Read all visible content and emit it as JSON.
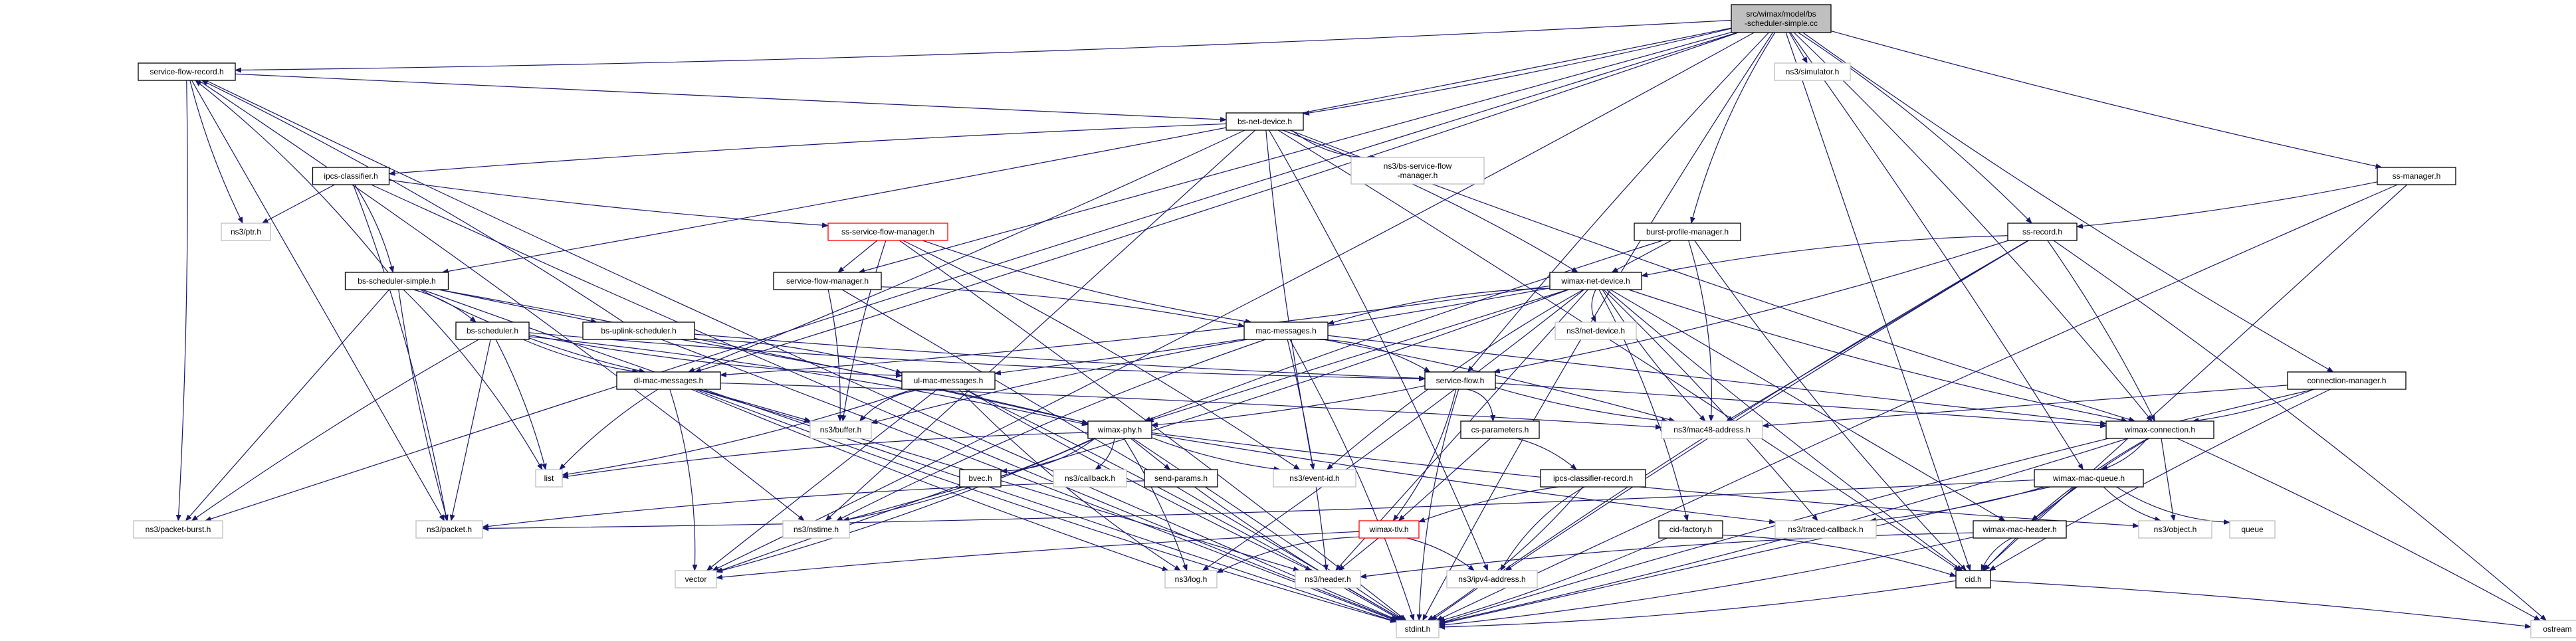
{
  "diagram": {
    "title": "Include dependency graph for src/wimax/model/bs-scheduler-simple.cc",
    "colors": {
      "edge": "#191970",
      "root_fill": "#bfbfbf",
      "documented_border": "#000000",
      "undocumented_border": "#bfbfbf",
      "truncated_border": "#ff0000"
    },
    "nodes": [
      {
        "id": "root",
        "label": [
          "src/wimax/model/bs",
          "-scheduler-simple.cc"
        ],
        "kind": "root"
      },
      {
        "id": "service-flow-record",
        "label": [
          "service-flow-record.h"
        ],
        "kind": "documented"
      },
      {
        "id": "bs-net-device",
        "label": [
          "bs-net-device.h"
        ],
        "kind": "documented"
      },
      {
        "id": "ns3-simulator",
        "label": [
          "ns3/simulator.h"
        ],
        "kind": "external"
      },
      {
        "id": "ss-manager",
        "label": [
          "ss-manager.h"
        ],
        "kind": "documented"
      },
      {
        "id": "ns3-bs-service-flow-manager",
        "label": [
          "ns3/bs-service-flow",
          "-manager.h"
        ],
        "kind": "external"
      },
      {
        "id": "ipcs-classifier",
        "label": [
          "ipcs-classifier.h"
        ],
        "kind": "documented"
      },
      {
        "id": "ns3-ptr",
        "label": [
          "ns3/ptr.h"
        ],
        "kind": "external"
      },
      {
        "id": "ss-service-flow-manager",
        "label": [
          "ss-service-flow-manager.h"
        ],
        "kind": "truncated"
      },
      {
        "id": "burst-profile-manager",
        "label": [
          "burst-profile-manager.h"
        ],
        "kind": "documented"
      },
      {
        "id": "ss-record",
        "label": [
          "ss-record.h"
        ],
        "kind": "documented"
      },
      {
        "id": "bs-scheduler-simple",
        "label": [
          "bs-scheduler-simple.h"
        ],
        "kind": "documented"
      },
      {
        "id": "service-flow-manager",
        "label": [
          "service-flow-manager.h"
        ],
        "kind": "documented"
      },
      {
        "id": "wimax-net-device",
        "label": [
          "wimax-net-device.h"
        ],
        "kind": "documented"
      },
      {
        "id": "bs-scheduler",
        "label": [
          "bs-scheduler.h"
        ],
        "kind": "documented"
      },
      {
        "id": "bs-uplink-scheduler",
        "label": [
          "bs-uplink-scheduler.h"
        ],
        "kind": "documented"
      },
      {
        "id": "mac-messages",
        "label": [
          "mac-messages.h"
        ],
        "kind": "documented"
      },
      {
        "id": "ns3-net-device",
        "label": [
          "ns3/net-device.h"
        ],
        "kind": "external"
      },
      {
        "id": "dl-mac-messages",
        "label": [
          "dl-mac-messages.h"
        ],
        "kind": "documented"
      },
      {
        "id": "ul-mac-messages",
        "label": [
          "ul-mac-messages.h"
        ],
        "kind": "documented"
      },
      {
        "id": "service-flow",
        "label": [
          "service-flow.h"
        ],
        "kind": "documented"
      },
      {
        "id": "connection-manager",
        "label": [
          "connection-manager.h"
        ],
        "kind": "documented"
      },
      {
        "id": "ns3-buffer",
        "label": [
          "ns3/buffer.h"
        ],
        "kind": "external"
      },
      {
        "id": "wimax-phy",
        "label": [
          "wimax-phy.h"
        ],
        "kind": "documented"
      },
      {
        "id": "cs-parameters",
        "label": [
          "cs-parameters.h"
        ],
        "kind": "documented"
      },
      {
        "id": "ns3-mac48-address",
        "label": [
          "ns3/mac48-address.h"
        ],
        "kind": "external"
      },
      {
        "id": "wimax-connection",
        "label": [
          "wimax-connection.h"
        ],
        "kind": "documented"
      },
      {
        "id": "list",
        "label": [
          "list"
        ],
        "kind": "external"
      },
      {
        "id": "ns3-event-id",
        "label": [
          "ns3/event-id.h"
        ],
        "kind": "external"
      },
      {
        "id": "bvec",
        "label": [
          "bvec.h"
        ],
        "kind": "documented"
      },
      {
        "id": "ns3-callback",
        "label": [
          "ns3/callback.h"
        ],
        "kind": "external"
      },
      {
        "id": "send-params",
        "label": [
          "send-params.h"
        ],
        "kind": "documented"
      },
      {
        "id": "ipcs-classifier-record",
        "label": [
          "ipcs-classifier-record.h"
        ],
        "kind": "documented"
      },
      {
        "id": "wimax-mac-queue",
        "label": [
          "wimax-mac-queue.h"
        ],
        "kind": "documented"
      },
      {
        "id": "ns3-packet-burst",
        "label": [
          "ns3/packet-burst.h"
        ],
        "kind": "external"
      },
      {
        "id": "ns3-packet",
        "label": [
          "ns3/packet.h"
        ],
        "kind": "external"
      },
      {
        "id": "ns3-nstime",
        "label": [
          "ns3/nstime.h"
        ],
        "kind": "external"
      },
      {
        "id": "wimax-tlv",
        "label": [
          "wimax-tlv.h"
        ],
        "kind": "truncated"
      },
      {
        "id": "cid-factory",
        "label": [
          "cid-factory.h"
        ],
        "kind": "documented"
      },
      {
        "id": "ns3-traced-callback",
        "label": [
          "ns3/traced-callback.h"
        ],
        "kind": "external"
      },
      {
        "id": "wimax-mac-header",
        "label": [
          "wimax-mac-header.h"
        ],
        "kind": "documented"
      },
      {
        "id": "ns3-object",
        "label": [
          "ns3/object.h"
        ],
        "kind": "external"
      },
      {
        "id": "queue",
        "label": [
          "queue"
        ],
        "kind": "external"
      },
      {
        "id": "vector",
        "label": [
          "vector"
        ],
        "kind": "external"
      },
      {
        "id": "ns3-log",
        "label": [
          "ns3/log.h"
        ],
        "kind": "external"
      },
      {
        "id": "ns3-header",
        "label": [
          "ns3/header.h"
        ],
        "kind": "external"
      },
      {
        "id": "ns3-ipv4-address",
        "label": [
          "ns3/ipv4-address.h"
        ],
        "kind": "external"
      },
      {
        "id": "cid",
        "label": [
          "cid.h"
        ],
        "kind": "documented"
      },
      {
        "id": "stdint",
        "label": [
          "stdint.h"
        ],
        "kind": "external"
      },
      {
        "id": "ostream",
        "label": [
          "ostream"
        ],
        "kind": "external"
      }
    ],
    "edges": [
      [
        "root",
        "service-flow-record"
      ],
      [
        "root",
        "bs-net-device"
      ],
      [
        "root",
        "ns3-simulator"
      ],
      [
        "root",
        "ss-manager"
      ],
      [
        "root",
        "burst-profile-manager"
      ],
      [
        "root",
        "ss-record"
      ],
      [
        "root",
        "bs-scheduler-simple"
      ],
      [
        "root",
        "service-flow-manager"
      ],
      [
        "root",
        "service-flow"
      ],
      [
        "root",
        "connection-manager"
      ],
      [
        "root",
        "wimax-connection"
      ],
      [
        "root",
        "wimax-mac-queue"
      ],
      [
        "root",
        "cid"
      ],
      [
        "root",
        "ns3-packet-burst"
      ],
      [
        "root",
        "stdint"
      ],
      [
        "root",
        "vector"
      ],
      [
        "root",
        "dl-mac-messages"
      ],
      [
        "service-flow-record",
        "bs-net-device"
      ],
      [
        "service-flow-record",
        "ns3-ptr"
      ],
      [
        "service-flow-record",
        "stdint"
      ],
      [
        "service-flow-record",
        "ns3-nstime"
      ],
      [
        "service-flow-record",
        "ns3-packet-burst"
      ],
      [
        "service-flow-record",
        "ns3-packet"
      ],
      [
        "bs-net-device",
        "ipcs-classifier"
      ],
      [
        "bs-net-device",
        "ns3-bs-service-flow-manager"
      ],
      [
        "bs-net-device",
        "wimax-net-device"
      ],
      [
        "bs-net-device",
        "dl-mac-messages"
      ],
      [
        "bs-net-device",
        "ns3-nstime"
      ],
      [
        "bs-net-device",
        "ns3-event-id"
      ],
      [
        "bs-net-device",
        "wimax-connection"
      ],
      [
        "bs-net-device",
        "ns3-ipv4-address"
      ],
      [
        "bs-net-device",
        "cid"
      ],
      [
        "ipcs-classifier",
        "ns3-ptr"
      ],
      [
        "ipcs-classifier",
        "ss-service-flow-manager"
      ],
      [
        "ipcs-classifier",
        "stdint"
      ],
      [
        "ipcs-classifier",
        "ns3-packet"
      ],
      [
        "ipcs-classifier",
        "bs-scheduler-simple"
      ],
      [
        "ss-service-flow-manager",
        "service-flow-manager"
      ],
      [
        "ss-service-flow-manager",
        "ns3-buffer"
      ],
      [
        "ss-service-flow-manager",
        "mac-messages"
      ],
      [
        "ss-service-flow-manager",
        "ns3-event-id"
      ],
      [
        "ss-service-flow-manager",
        "stdint"
      ],
      [
        "burst-profile-manager",
        "wimax-net-device"
      ],
      [
        "burst-profile-manager",
        "wimax-phy"
      ],
      [
        "burst-profile-manager",
        "cid"
      ],
      [
        "burst-profile-manager",
        "ns3-mac48-address"
      ],
      [
        "ss-manager",
        "ss-record"
      ],
      [
        "ss-manager",
        "cid"
      ],
      [
        "ss-manager",
        "stdint"
      ],
      [
        "ss-record",
        "wimax-net-device"
      ],
      [
        "ss-record",
        "service-flow"
      ],
      [
        "ss-record",
        "wimax-connection"
      ],
      [
        "ss-record",
        "ns3-mac48-address"
      ],
      [
        "ss-record",
        "ns3-ipv4-address"
      ],
      [
        "ss-record",
        "stdint"
      ],
      [
        "ss-record",
        "ostream"
      ],
      [
        "bs-scheduler-simple",
        "bs-scheduler"
      ],
      [
        "bs-scheduler-simple",
        "bs-uplink-scheduler"
      ],
      [
        "bs-scheduler-simple",
        "ns3-packet"
      ],
      [
        "bs-scheduler-simple",
        "dl-mac-messages"
      ],
      [
        "bs-scheduler-simple",
        "list"
      ],
      [
        "bs-scheduler-simple",
        "wimax-phy"
      ],
      [
        "bs-scheduler-simple",
        "ns3-packet-burst"
      ],
      [
        "bs-scheduler-simple",
        "stdint"
      ],
      [
        "bs-scheduler-simple",
        "service-flow-record"
      ],
      [
        "service-flow-manager",
        "mac-messages"
      ],
      [
        "service-flow-manager",
        "ns3-buffer"
      ],
      [
        "service-flow-manager",
        "stdint"
      ],
      [
        "wimax-net-device",
        "ns3-net-device"
      ],
      [
        "wimax-net-device",
        "mac-messages"
      ],
      [
        "wimax-net-device",
        "dl-mac-messages"
      ],
      [
        "wimax-net-device",
        "ul-mac-messages"
      ],
      [
        "wimax-net-device",
        "wimax-phy"
      ],
      [
        "wimax-net-device",
        "ns3-mac48-address"
      ],
      [
        "wimax-net-device",
        "ns3-event-id"
      ],
      [
        "wimax-net-device",
        "cid-factory"
      ],
      [
        "wimax-net-device",
        "ns3-traced-callback"
      ],
      [
        "wimax-net-device",
        "wimax-mac-header"
      ],
      [
        "wimax-net-device",
        "cid"
      ],
      [
        "wimax-net-device",
        "wimax-connection"
      ],
      [
        "wimax-net-device",
        "ns3-nstime"
      ],
      [
        "wimax-net-device",
        "ns3-log"
      ],
      [
        "wimax-net-device",
        "ns3-header"
      ],
      [
        "bs-scheduler",
        "dl-mac-messages"
      ],
      [
        "bs-scheduler",
        "ul-mac-messages"
      ],
      [
        "bs-scheduler",
        "wimax-phy"
      ],
      [
        "bs-scheduler",
        "list"
      ],
      [
        "bs-scheduler",
        "ns3-packet"
      ],
      [
        "bs-scheduler",
        "ns3-packet-burst"
      ],
      [
        "bs-scheduler",
        "service-flow"
      ],
      [
        "bs-uplink-scheduler",
        "ul-mac-messages"
      ],
      [
        "bs-uplink-scheduler",
        "wimax-phy"
      ],
      [
        "bs-uplink-scheduler",
        "stdint"
      ],
      [
        "bs-uplink-scheduler",
        "service-flow"
      ],
      [
        "bs-uplink-scheduler",
        "service-flow-record"
      ],
      [
        "mac-messages",
        "service-flow"
      ],
      [
        "mac-messages",
        "ns3-mac48-address"
      ],
      [
        "mac-messages",
        "wimax-connection"
      ],
      [
        "mac-messages",
        "ns3-buffer"
      ],
      [
        "mac-messages",
        "ns3-nstime"
      ],
      [
        "mac-messages",
        "stdint"
      ],
      [
        "mac-messages",
        "ns3-header"
      ],
      [
        "dl-mac-messages",
        "ns3-buffer"
      ],
      [
        "dl-mac-messages",
        "list"
      ],
      [
        "dl-mac-messages",
        "stdint"
      ],
      [
        "dl-mac-messages",
        "vector"
      ],
      [
        "dl-mac-messages",
        "ns3-mac48-address"
      ],
      [
        "dl-mac-messages",
        "ns3-header"
      ],
      [
        "dl-mac-messages",
        "ns3-log"
      ],
      [
        "ul-mac-messages",
        "ns3-buffer"
      ],
      [
        "ul-mac-messages",
        "list"
      ],
      [
        "ul-mac-messages",
        "stdint"
      ],
      [
        "ul-mac-messages",
        "vector"
      ],
      [
        "ul-mac-messages",
        "ns3-header"
      ],
      [
        "ul-mac-messages",
        "ns3-log"
      ],
      [
        "service-flow",
        "cs-parameters"
      ],
      [
        "service-flow",
        "wimax-phy"
      ],
      [
        "service-flow",
        "wimax-connection"
      ],
      [
        "service-flow",
        "ns3-mac48-address"
      ],
      [
        "service-flow",
        "stdint"
      ],
      [
        "service-flow",
        "wimax-tlv"
      ],
      [
        "connection-manager",
        "wimax-connection"
      ],
      [
        "connection-manager",
        "ns3-mac48-address"
      ],
      [
        "connection-manager",
        "cid"
      ],
      [
        "connection-manager",
        "stdint"
      ],
      [
        "wimax-phy",
        "bvec"
      ],
      [
        "wimax-phy",
        "ns3-callback"
      ],
      [
        "wimax-phy",
        "send-params"
      ],
      [
        "wimax-phy",
        "ns3-event-id"
      ],
      [
        "wimax-phy",
        "list"
      ],
      [
        "wimax-phy",
        "ns3-nstime"
      ],
      [
        "wimax-phy",
        "ns3-log"
      ],
      [
        "wimax-phy",
        "stdint"
      ],
      [
        "wimax-phy",
        "ns3-traced-callback"
      ],
      [
        "wimax-phy",
        "ns3-object"
      ],
      [
        "wimax-phy",
        "vector"
      ],
      [
        "cs-parameters",
        "ipcs-classifier-record"
      ],
      [
        "cs-parameters",
        "wimax-tlv"
      ],
      [
        "ipcs-classifier-record",
        "wimax-tlv"
      ],
      [
        "ipcs-classifier-record",
        "ns3-ipv4-address"
      ],
      [
        "ipcs-classifier-record",
        "stdint"
      ],
      [
        "wimax-connection",
        "wimax-mac-queue"
      ],
      [
        "wimax-connection",
        "ns3-object"
      ],
      [
        "wimax-connection",
        "wimax-mac-header"
      ],
      [
        "wimax-connection",
        "cid"
      ],
      [
        "wimax-connection",
        "stdint"
      ],
      [
        "wimax-connection",
        "ostream"
      ],
      [
        "wimax-mac-queue",
        "wimax-mac-header"
      ],
      [
        "wimax-mac-queue",
        "ns3-object"
      ],
      [
        "wimax-mac-queue",
        "queue"
      ],
      [
        "wimax-mac-queue",
        "ns3-packet"
      ],
      [
        "wimax-mac-queue",
        "ns3-traced-callback"
      ],
      [
        "wimax-mac-queue",
        "stdint"
      ],
      [
        "wimax-mac-header",
        "cid"
      ],
      [
        "wimax-mac-header",
        "ns3-header"
      ],
      [
        "wimax-mac-header",
        "stdint"
      ],
      [
        "wimax-tlv",
        "ns3-ipv4-address"
      ],
      [
        "wimax-tlv",
        "ns3-header"
      ],
      [
        "wimax-tlv",
        "vector"
      ],
      [
        "wimax-tlv",
        "ns3-log"
      ],
      [
        "cid-factory",
        "cid"
      ],
      [
        "cid-factory",
        "stdint"
      ],
      [
        "bvec",
        "vector"
      ],
      [
        "send-params",
        "stdint"
      ],
      [
        "send-params",
        "ns3-packet"
      ],
      [
        "cid",
        "stdint"
      ],
      [
        "cid",
        "ostream"
      ]
    ]
  }
}
